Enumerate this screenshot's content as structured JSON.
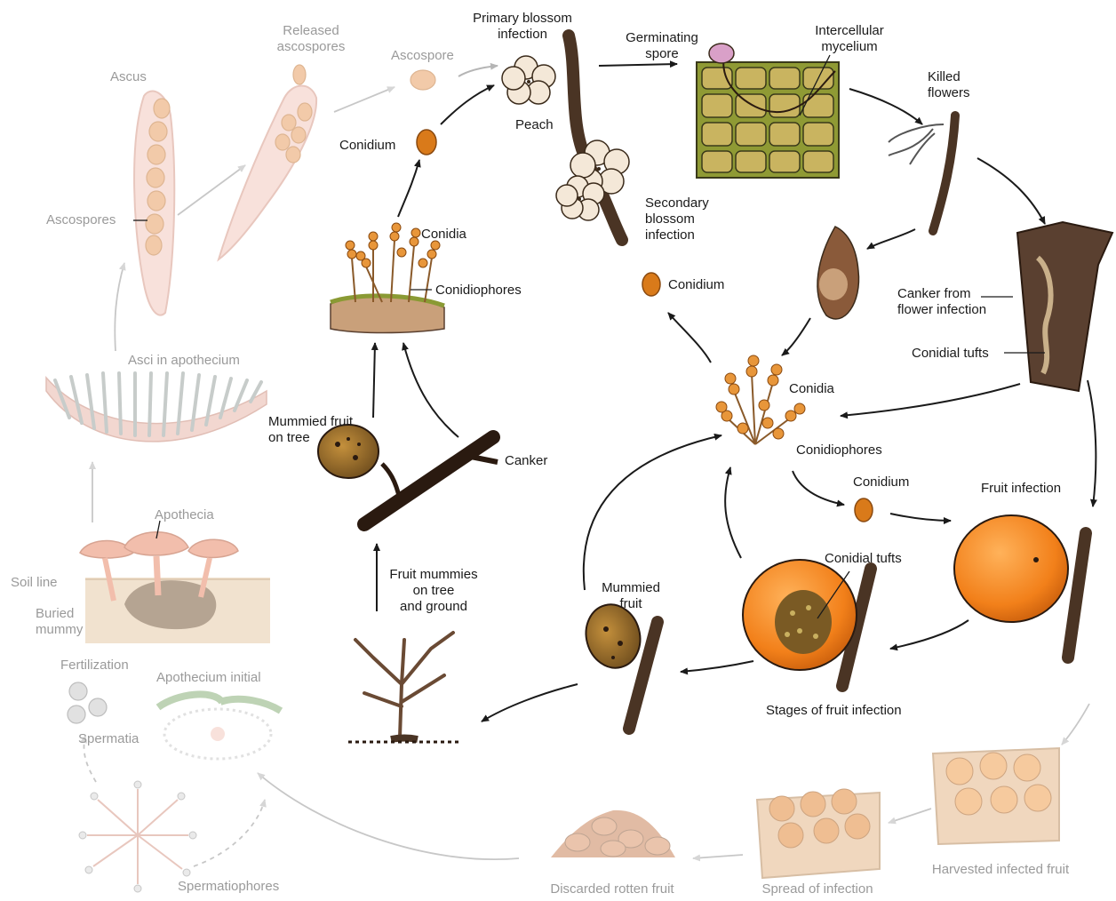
{
  "diagram": {
    "labels": {
      "primary_blossom": "Primary blossom\ninfection",
      "germinating_spore": "Germinating\nspore",
      "intercellular_mycelium": "Intercellular\nmycelium",
      "killed_flowers": "Killed\nflowers",
      "peach": "Peach",
      "secondary_blossom": "Secondary\nblossom\ninfection",
      "conidium_top": "Conidium",
      "conidium_mid": "Conidium",
      "conidium_right": "Conidium",
      "canker_from_flower": "Canker from\nflower infection",
      "conidial_tufts_canker": "Conidial tufts",
      "conidia_left": "Conidia",
      "conidiophores_left": "Conidiophores",
      "conidia_center": "Conidia",
      "conidiophores_center": "Conidiophores",
      "fruit_infection": "Fruit infection",
      "conidial_tufts_fruit": "Conidial tufts",
      "mummied_fruit_tree": "Mummied fruit\non tree",
      "canker": "Canker",
      "fruit_mummies": "Fruit mummies\non tree\nand ground",
      "mummied_fruit": "Mummied\nfruit",
      "stages_fruit": "Stages of fruit infection",
      "ascus": "Ascus",
      "released_ascospores": "Released\nascospores",
      "ascospore": "Ascospore",
      "ascospores": "Ascospores",
      "asci_apothecium": "Asci in apothecium",
      "apothecia": "Apothecia",
      "soil_line": "Soil line",
      "buried_mummy": "Buried\nmummy",
      "fertilization": "Fertilization",
      "apothecium_initial": "Apothecium initial",
      "spermatia": "Spermatia",
      "spermatiophores": "Spermatiophores",
      "discarded": "Discarded rotten fruit",
      "spread": "Spread of infection",
      "harvested": "Harvested infected fruit"
    },
    "colors": {
      "orange": "#f28a1e",
      "orange_dark": "#b8560c",
      "peach_fruit": "#f7933a",
      "bark": "#4a3424",
      "tissue": "#7d8a2c",
      "faded_pink": "#e9b7aa",
      "faded_text": "#9a9a9a",
      "arrow": "#1a1a1a",
      "faded_arrow": "#b5b5b5"
    }
  }
}
